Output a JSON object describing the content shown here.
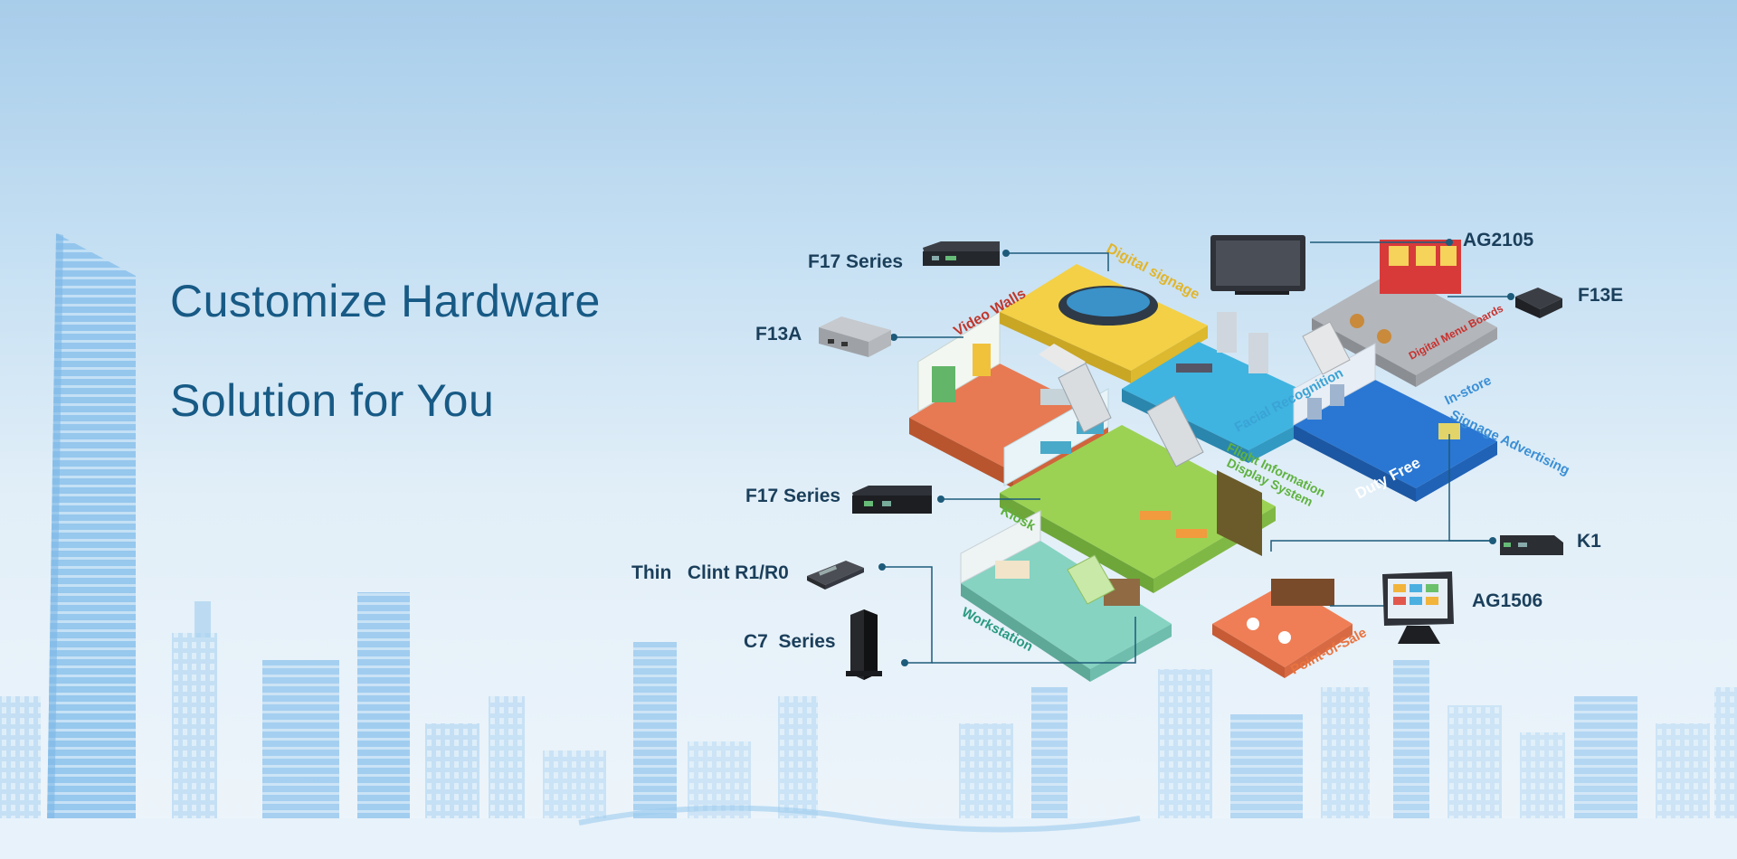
{
  "headline": {
    "line1": "Customize Hardware",
    "line2": "Solution for You"
  },
  "products": {
    "f17_top": "F17 Series",
    "f13a": "F13A",
    "f17_mid": "F17 Series",
    "thin_client": "Thin   Clint R1/R0",
    "c7": "C7  Series",
    "ag2105": "AG2105",
    "f13e": "F13E",
    "k1": "K1",
    "ag1506": "AG1506"
  },
  "zones": {
    "video_walls": "Video Walls",
    "digital_signage": "Digital signage",
    "facial_recognition": "Facial Recognition",
    "digital_menu_boards": "Digital Menu Boards",
    "in_store_1": "In-store",
    "in_store_2": "Signage Advertising",
    "duty_free": "Duty Free",
    "flight_info_1": "Flight Information",
    "flight_info_2": "Display System",
    "kiosk": "Kiosk",
    "workstation": "Workstation",
    "point_of_sale": "Point-of-Sale"
  },
  "colors": {
    "headline": "#175a85",
    "connector": "#1d5b7a",
    "floor_orange": "#e77a53",
    "floor_yellow": "#f3d046",
    "floor_cyan": "#3fb4e0",
    "floor_grey": "#b3b6bb",
    "floor_blue": "#2a77d3",
    "floor_green": "#9bd253",
    "floor_teal": "#86d3c2",
    "floor_coral": "#ef7e56"
  }
}
